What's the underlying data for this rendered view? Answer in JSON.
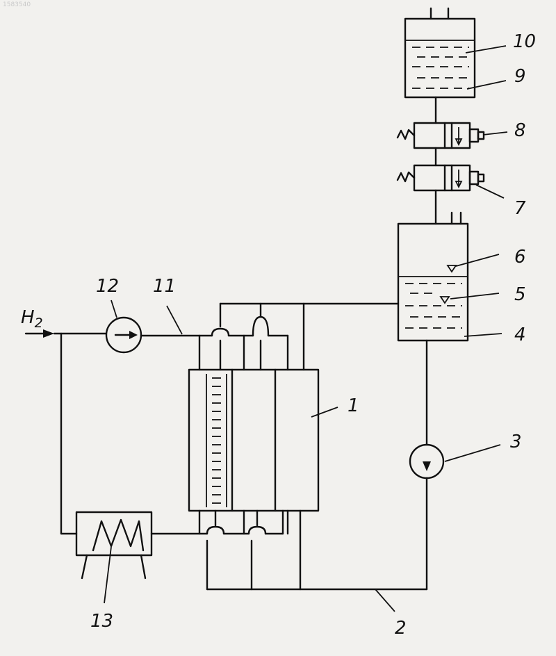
{
  "image_code": "1583540",
  "inlet_label": "H",
  "inlet_subscript": "2",
  "component_labels": {
    "stack": "1",
    "return_line": "2",
    "pump": "3",
    "tank_liquid": "4",
    "level_low": "5",
    "level_high": "6",
    "valve_lower": "7",
    "valve_upper": "8",
    "reservoir_liquid": "9",
    "reservoir": "10",
    "gas_line": "11",
    "gas_pump": "12",
    "heat_exchanger": "13"
  }
}
